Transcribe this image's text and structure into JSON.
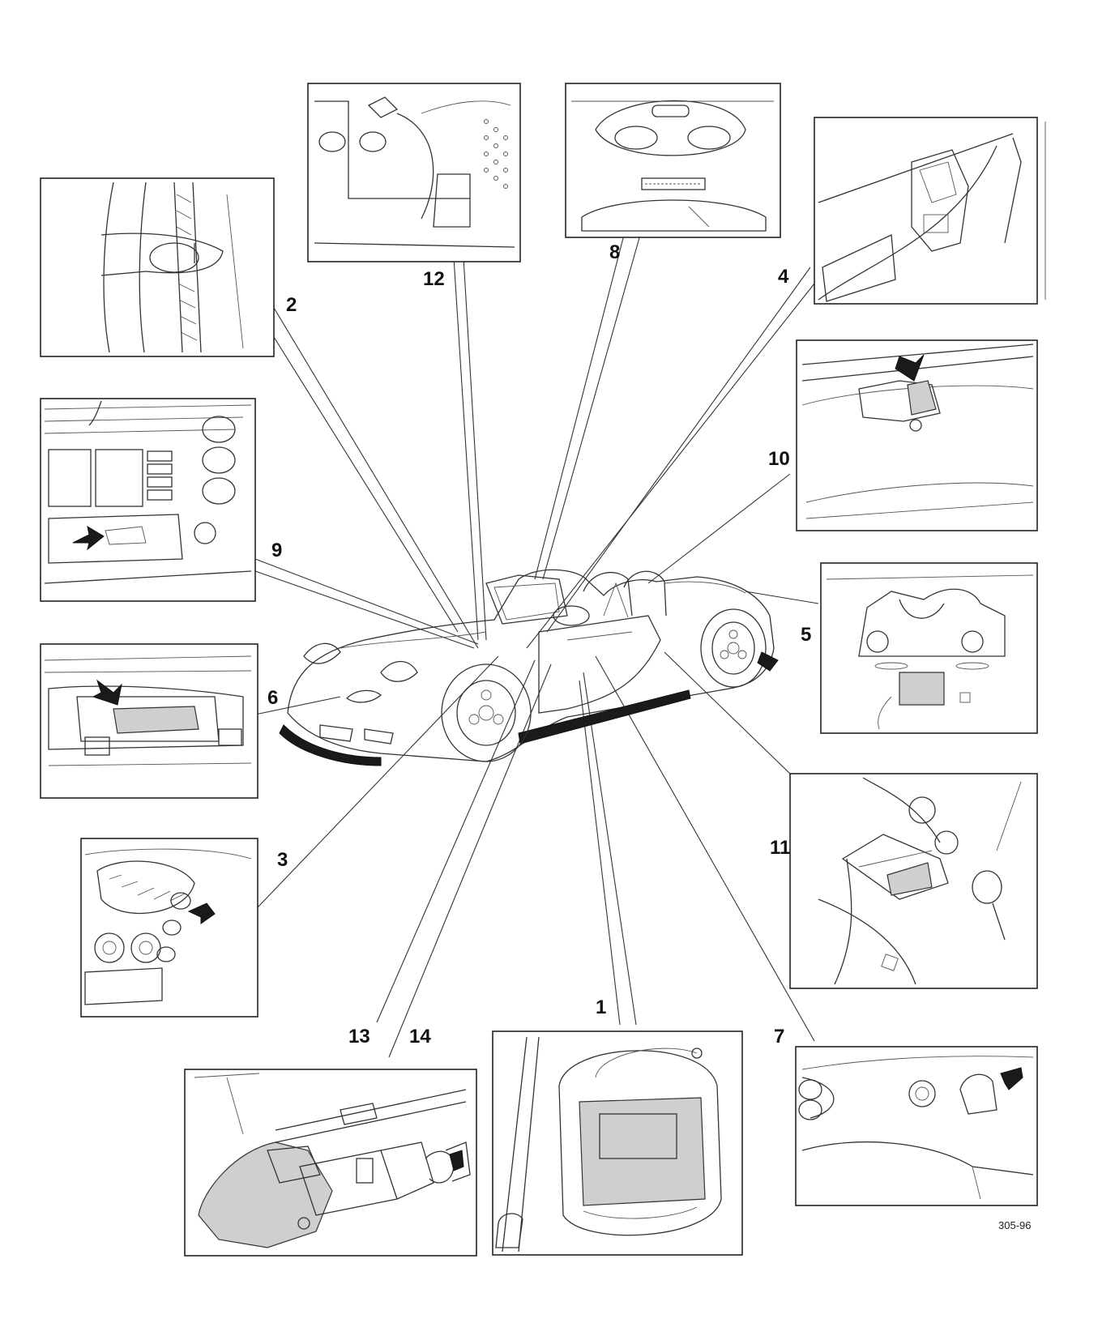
{
  "callouts": [
    {
      "id": "1",
      "label": "1"
    },
    {
      "id": "2",
      "label": "2"
    },
    {
      "id": "3",
      "label": "3"
    },
    {
      "id": "4",
      "label": "4"
    },
    {
      "id": "5",
      "label": "5"
    },
    {
      "id": "6",
      "label": "6"
    },
    {
      "id": "7",
      "label": "7"
    },
    {
      "id": "8",
      "label": "8"
    },
    {
      "id": "9",
      "label": "9"
    },
    {
      "id": "10",
      "label": "10"
    },
    {
      "id": "11",
      "label": "11"
    },
    {
      "id": "12",
      "label": "12"
    },
    {
      "id": "13",
      "label": "13"
    },
    {
      "id": "14",
      "label": "14"
    }
  ],
  "figure_ref": "305-96"
}
